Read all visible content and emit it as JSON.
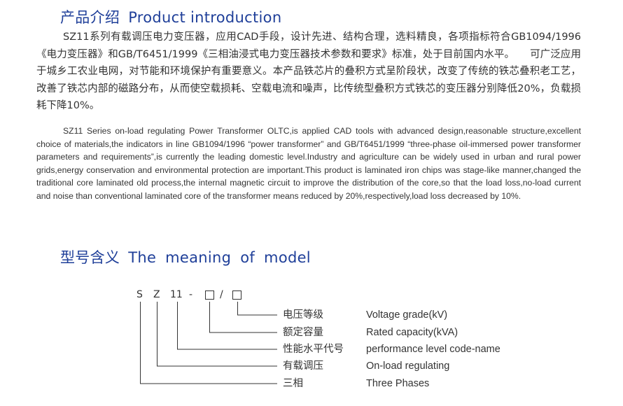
{
  "product_intro": {
    "title_cn": "产品介绍",
    "title_en": "Product introduction",
    "paragraph_cn": "SZ11系列有载调压电力变压器，应用CAD手段，设计先进、结构合理，选料精良，各项指标符合GB1094/1996《电力变压器》和GB/T6451/1999《三相油浸式电力变压器技术参数和要求》标准，处于目前国内水平。　　可广泛应用于城乡工农业电网，对节能和环境保护有重要意义。本产品铁芯片的叠积方式呈阶段状，改变了传统的铁芯叠积老工艺，改善了铁芯内部的磁路分布，从而使空载损耗、空载电流和噪声，比传统型叠积方式铁芯的变压器分别降低20%，负载损耗下降10%。",
    "paragraph_en": "SZ11 Series on-load regulating Power Transformer OLTC,is applied CAD tools with advanced design,reasonable structure,excellent choice of materials,the indicators in line GB1094/1996 “power transformer” and GB/T6451/1999 “three-phase oil-immersed power transformer parameters and requirements”,is currently the leading domestic level.Industry and agriculture can be widely used in urban and rural power grids,energy conservation and environmental protection are important.This product is laminated iron chips was stage-like manner,changed the traditional core laminated old process,the internal magnetic circuit to improve the distribution of the core,so that the load loss,no-load current and noise than conventional laminated core of the transformer means reduced by 20%,respectively,load loss decreased by 10%."
  },
  "model_meaning": {
    "title_cn": "型号含义",
    "title_en": "The meaning of model",
    "code": {
      "s": "S",
      "z": "Z",
      "num": "11",
      "dash": "-",
      "slash": "/"
    },
    "legend": [
      {
        "cn": "电压等级",
        "en": "Voltage grade(kV)"
      },
      {
        "cn": "额定容量",
        "en": "Rated capacity(kVA)"
      },
      {
        "cn": "性能水平代号",
        "en": "performance level code-name"
      },
      {
        "cn": "有载调压",
        "en": "On-load regulating"
      },
      {
        "cn": "三相",
        "en": "Three Phases"
      }
    ]
  },
  "colors": {
    "heading": "#1f3f99",
    "body_text": "#333333",
    "background": "#ffffff"
  }
}
